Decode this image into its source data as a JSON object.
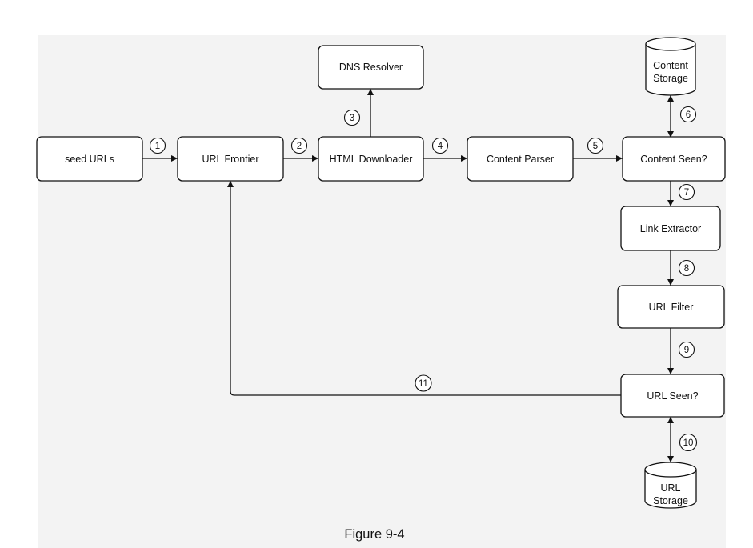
{
  "nodes": {
    "seed_urls": "seed URLs",
    "url_frontier": "URL Frontier",
    "html_downloader": "HTML Downloader",
    "dns_resolver": "DNS Resolver",
    "content_parser": "Content Parser",
    "content_seen": "Content Seen?",
    "content_storage": [
      "Content",
      "Storage"
    ],
    "link_extractor": "Link Extractor",
    "url_filter": "URL Filter",
    "url_seen": "URL Seen?",
    "url_storage": [
      "URL",
      "Storage"
    ]
  },
  "steps": [
    "1",
    "2",
    "3",
    "4",
    "5",
    "6",
    "7",
    "8",
    "9",
    "10",
    "11"
  ],
  "caption": "Figure 9-4"
}
